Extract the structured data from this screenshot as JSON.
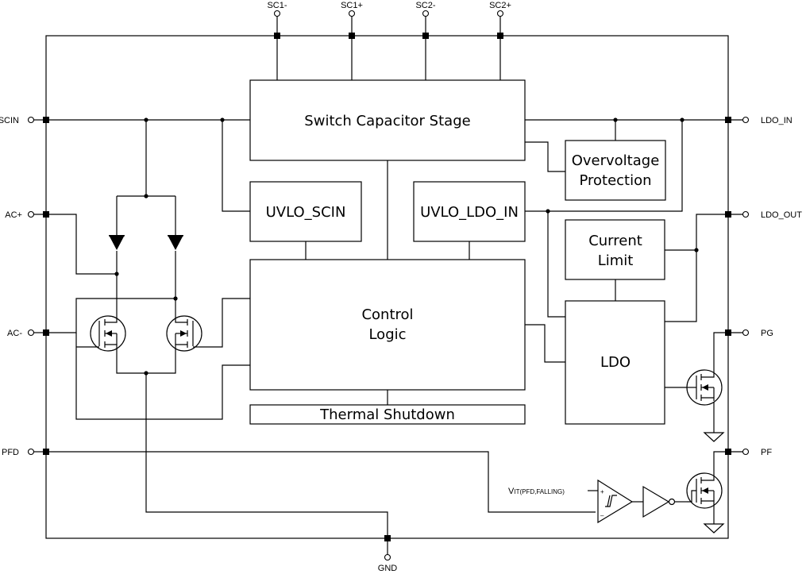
{
  "pins": {
    "sc1_minus": "SC1-",
    "sc1_plus": "SC1+",
    "sc2_minus": "SC2-",
    "sc2_plus": "SC2+",
    "scin": "SCIN",
    "ac_plus": "AC+",
    "ac_minus": "AC-",
    "pfd": "PFD",
    "gnd": "GND",
    "ldo_in": "LDO_IN",
    "ldo_out": "LDO_OUT",
    "pg": "PG",
    "pf": "PF"
  },
  "blocks": {
    "switch_cap": "Switch Capacitor Stage",
    "ovp_line1": "Overvoltage",
    "ovp_line2": "Protection",
    "uvlo_scin": "UVLO_SCIN",
    "uvlo_ldo_in": "UVLO_LDO_IN",
    "current_limit_line1": "Current",
    "current_limit_line2": "Limit",
    "control_logic_line1": "Control",
    "control_logic_line2": "Logic",
    "ldo": "LDO",
    "thermal_shutdown": "Thermal Shutdown"
  },
  "comparator": {
    "threshold_main": "V",
    "threshold_sub": "IT(PFD,FALLING)",
    "plus_sign": "+",
    "minus_sign": "–"
  }
}
